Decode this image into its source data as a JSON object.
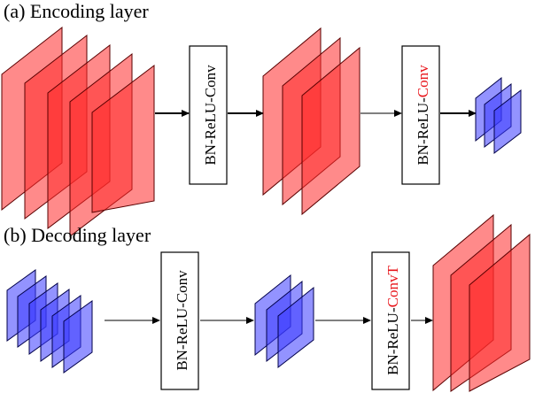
{
  "encoding": {
    "caption": "(a) Encoding layer",
    "op1": {
      "prefix": "BN-ReLU-Conv",
      "highlight": ""
    },
    "op2": {
      "prefix": "BN-ReLU-",
      "highlight": "Conv"
    }
  },
  "decoding": {
    "caption": "(b) Decoding layer",
    "op1": {
      "prefix": "BN-ReLU-Conv",
      "highlight": ""
    },
    "op2": {
      "prefix": "BN-ReLU-",
      "highlight": "ConvT"
    }
  },
  "colors": {
    "highlight": "#e8141a",
    "feature_red": "#ff2a2a",
    "feature_blue": "#3a3aff"
  }
}
